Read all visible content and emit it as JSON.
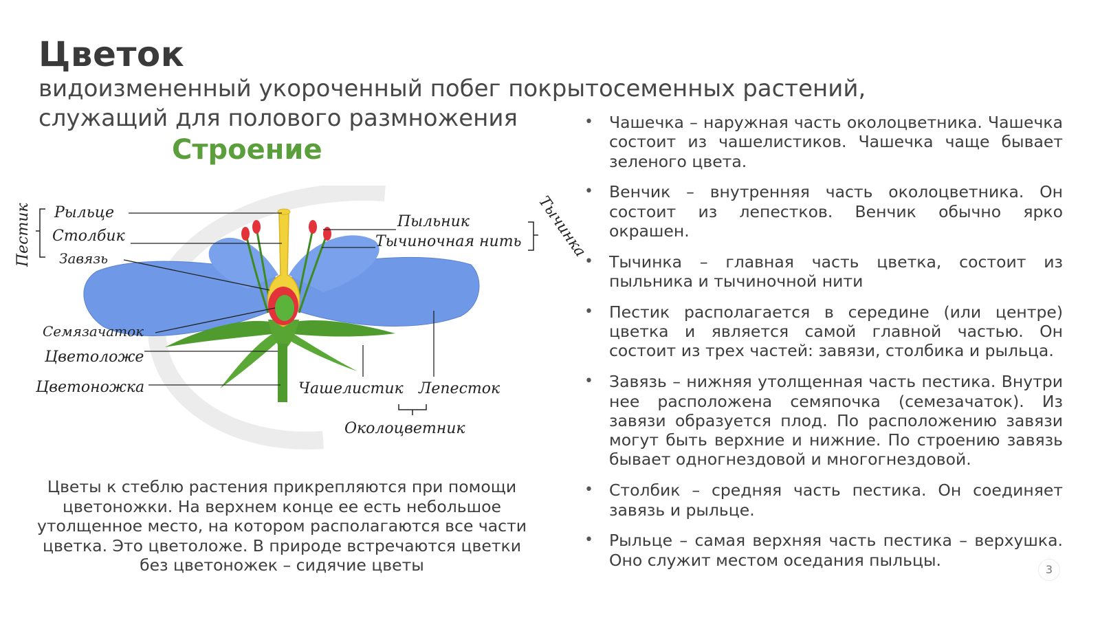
{
  "title": "Цветок",
  "subtitle": "видоизмененный укороченный побег покрытосеменных растений, служащий для полового размножения",
  "section_heading": "Строение",
  "diagram_labels": {
    "pestik": "Пестик",
    "rylce": "Рыльце",
    "stolbik": "Столбик",
    "zavyaz": "Завязь",
    "semyazachatok": "Семязачаток",
    "tsvetolozhe": "Цветоложе",
    "tsvetonozhka": "Цветоножка",
    "pylnik": "Пыльник",
    "tychinochnaya_nit": "Тычиночная нить",
    "tychinka": "Тычинка",
    "chashelistik": "Чашелистик",
    "lepestok": "Лепесток",
    "okolotsvetnik": "Околоцветник"
  },
  "colors": {
    "title": "#3a3a3a",
    "heading": "#5b9f3c",
    "petal": "#6f98e6",
    "leaf": "#4f9b2e",
    "pistil": "#f2d23a",
    "stamen": "#e3323a"
  },
  "paragraph": "Цветы к стеблю растения прикрепляются при помощи цветоножки. На верхнем конце ее есть небольшое утолщенное место, на котором располагаются все части цветка. Это цветоложе. В природе встречаются цветки без цветоножек – сидячие цветы",
  "bullets": [
    "Чашечка – наружная часть околоцветника. Чашечка состоит из чашелистиков. Чашечка чаще бывает зеленого цвета.",
    "Венчик – внутренняя часть околоцветника. Он состоит из лепестков. Венчик обычно ярко окрашен.",
    "Тычинка – главная часть цветка, состоит из пыльника и тычиночной нити",
    "Пестик располагается в середине (или центре) цветка и является самой главной частью. Он состоит из трех частей: завязи, столбика и рыльца.",
    "Завязь – нижняя утолщенная часть пестика. Внутри нее расположена семяпочка (семезачаток). Из завязи образуется плод. По расположению завязи могут быть верхние и нижние. По строению завязь бывает одногнездовой и многогнездовой.",
    "Столбик – средняя часть пестика. Он соединяет завязь и рыльце.",
    "Рыльце – самая верхняя часть пестика – верхушка. Оно служит местом оседания пыльцы."
  ],
  "page_number": "3"
}
